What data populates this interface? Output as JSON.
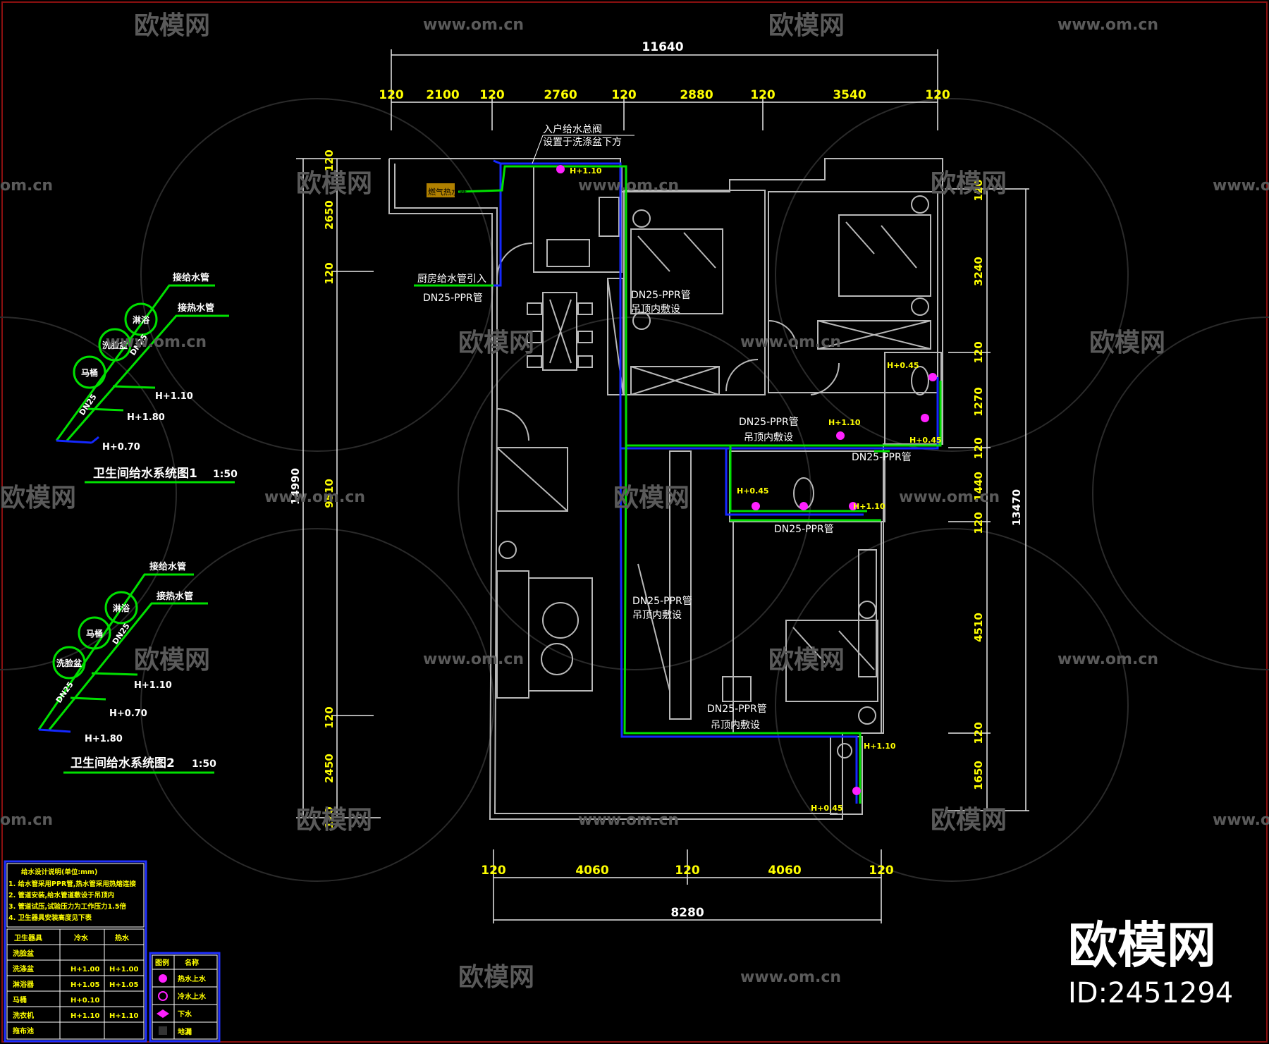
{
  "colors": {
    "background": "#000000",
    "walls": "#b8b8b8",
    "dimension": "#e8e8e8",
    "dim_text": "#ffff00",
    "pipe_blue": "#1428ff",
    "pipe_green": "#00e000",
    "fixture_magenta": "#ff20ff",
    "label": "#ffffff",
    "watermark": "#5a5a5a",
    "frame_red": "#8a1010"
  },
  "dimensions": {
    "top_total": "11640",
    "top_segments": [
      "120",
      "2100",
      "120",
      "2760",
      "120",
      "2880",
      "120",
      "3540",
      "120"
    ],
    "left_total": "14990",
    "left_segments": [
      "120",
      "2650",
      "120",
      "9510",
      "120",
      "2450",
      "120"
    ],
    "right_total": "13470",
    "right_segments": [
      "120",
      "3240",
      "120",
      "1270",
      "120",
      "1440",
      "120",
      "4510",
      "120",
      "1650"
    ],
    "bottom_total": "8280",
    "bottom_segments": [
      "120",
      "4060",
      "120",
      "4060",
      "120"
    ]
  },
  "labels": {
    "main_valve": "入户给水总阀",
    "main_valve_2": "设置于洗涤盆下方",
    "heater": "燃气热水器",
    "kitchen_feed": "厨房给水管引入",
    "kitchen_pipe": "DN25-PPR管",
    "pipe_a": "DN25-PPR管",
    "pipe_a_2": "吊顶内敷设",
    "pipe_b": "DN25-PPR管",
    "pipe_b_2": "吊顶内敷设",
    "pipe_c": "DN25-PPR管",
    "pipe_d": "DN25-PPR管",
    "pipe_e": "DN25-PPR管",
    "pipe_e_2": "吊顶内敷设",
    "pipe_f": "DN25-PPR管",
    "pipe_f_2": "吊顶内敷设",
    "fix_1": "H+1.10",
    "fix_2": "H+0.45",
    "fix_3": "H+0.45",
    "fix_4": "H+1.10",
    "fix_5": "H+0.45",
    "fix_6": "H+1.10",
    "fix_7": "H+1.10",
    "fix_8": "H+0.45"
  },
  "system1": {
    "title": "卫生间给水系统图1",
    "scale": "1:50",
    "top_label": "接给水管",
    "top_label_2": "接热水管",
    "circles": [
      "淋浴",
      "洗脸盆",
      "马桶"
    ],
    "heights": [
      "H+1.10",
      "H+1.80",
      "H+0.70"
    ],
    "pipe1": "DN25",
    "pipe2": "DN25"
  },
  "system2": {
    "title": "卫生间给水系统图2",
    "scale": "1:50",
    "top_label": "接给水管",
    "top_label_2": "接热水管",
    "circles": [
      "淋浴",
      "马桶",
      "洗脸盆"
    ],
    "heights": [
      "H+1.10",
      "H+0.70",
      "H+1.80"
    ],
    "pipe1": "DN25",
    "pipe2": "DN25"
  },
  "notes": {
    "title": "给水设计说明(单位:mm)",
    "lines": [
      "1. 给水管采用PPR管,热水管采用热熔连接",
      "2. 管道安装,给水管道敷设于吊顶内",
      "3. 管道试压,试验压力为工作压力1.5倍",
      "4. 卫生器具安装高度见下表"
    ],
    "table_header": [
      "卫生器具",
      "冷水",
      "热水"
    ],
    "table_rows": [
      [
        "洗脸盆",
        "",
        ""
      ],
      [
        "洗涤盆",
        "H+1.00",
        "H+1.00"
      ],
      [
        "淋浴器",
        "H+1.05",
        "H+1.05"
      ],
      [
        "马桶",
        "H+0.10",
        ""
      ],
      [
        "洗衣机",
        "H+1.10",
        "H+1.10"
      ],
      [
        "拖布池",
        "",
        ""
      ]
    ]
  },
  "legend": {
    "header": [
      "图例",
      "名称"
    ],
    "rows": [
      "热水上水",
      "冷水上水",
      "下水",
      "地漏"
    ]
  },
  "watermark": {
    "brand": "欧模网",
    "site": "www.om.cn",
    "site_short": "om.cn",
    "id": "ID:2451294"
  }
}
